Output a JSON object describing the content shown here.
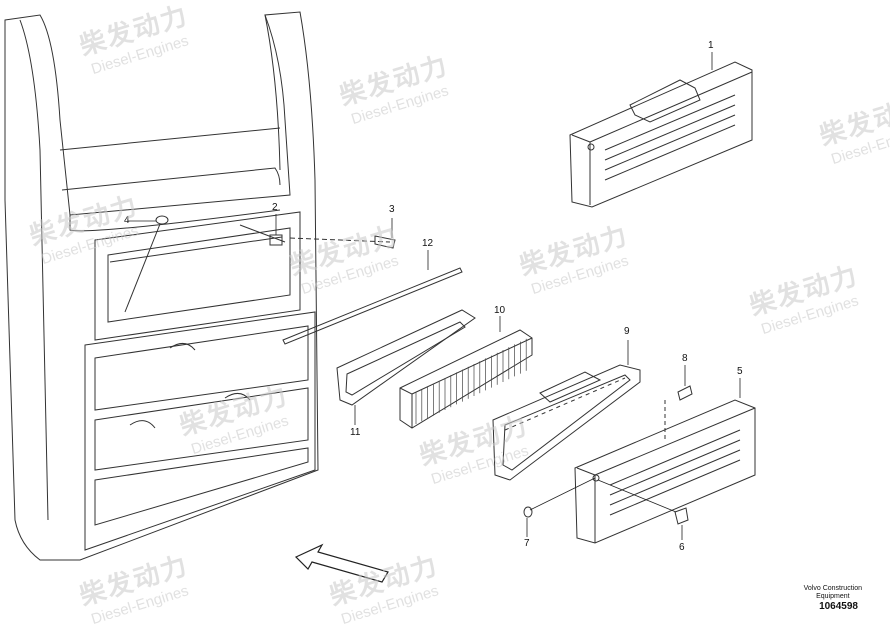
{
  "callouts": [
    "1",
    "2",
    "3",
    "4",
    "5",
    "6",
    "7",
    "8",
    "9",
    "10",
    "11",
    "12"
  ],
  "footer": {
    "line1": "Volvo Construction",
    "line2": "Equipment",
    "code": "1064598"
  },
  "watermark": {
    "cn": "柴发动力",
    "en": "Diesel-Engines"
  }
}
